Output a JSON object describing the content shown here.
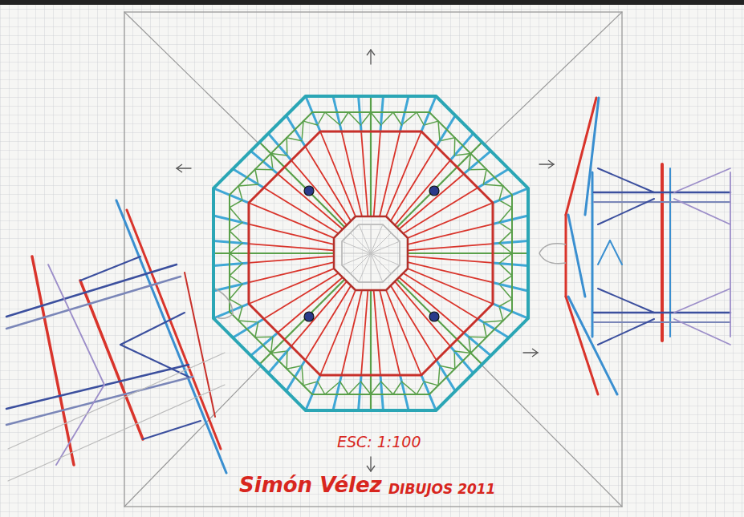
{
  "diagram": {
    "labels": [
      "ESC: 1:100",
      "Simón Vélez",
      "DIBUJOS 2011"
    ]
  }
}
